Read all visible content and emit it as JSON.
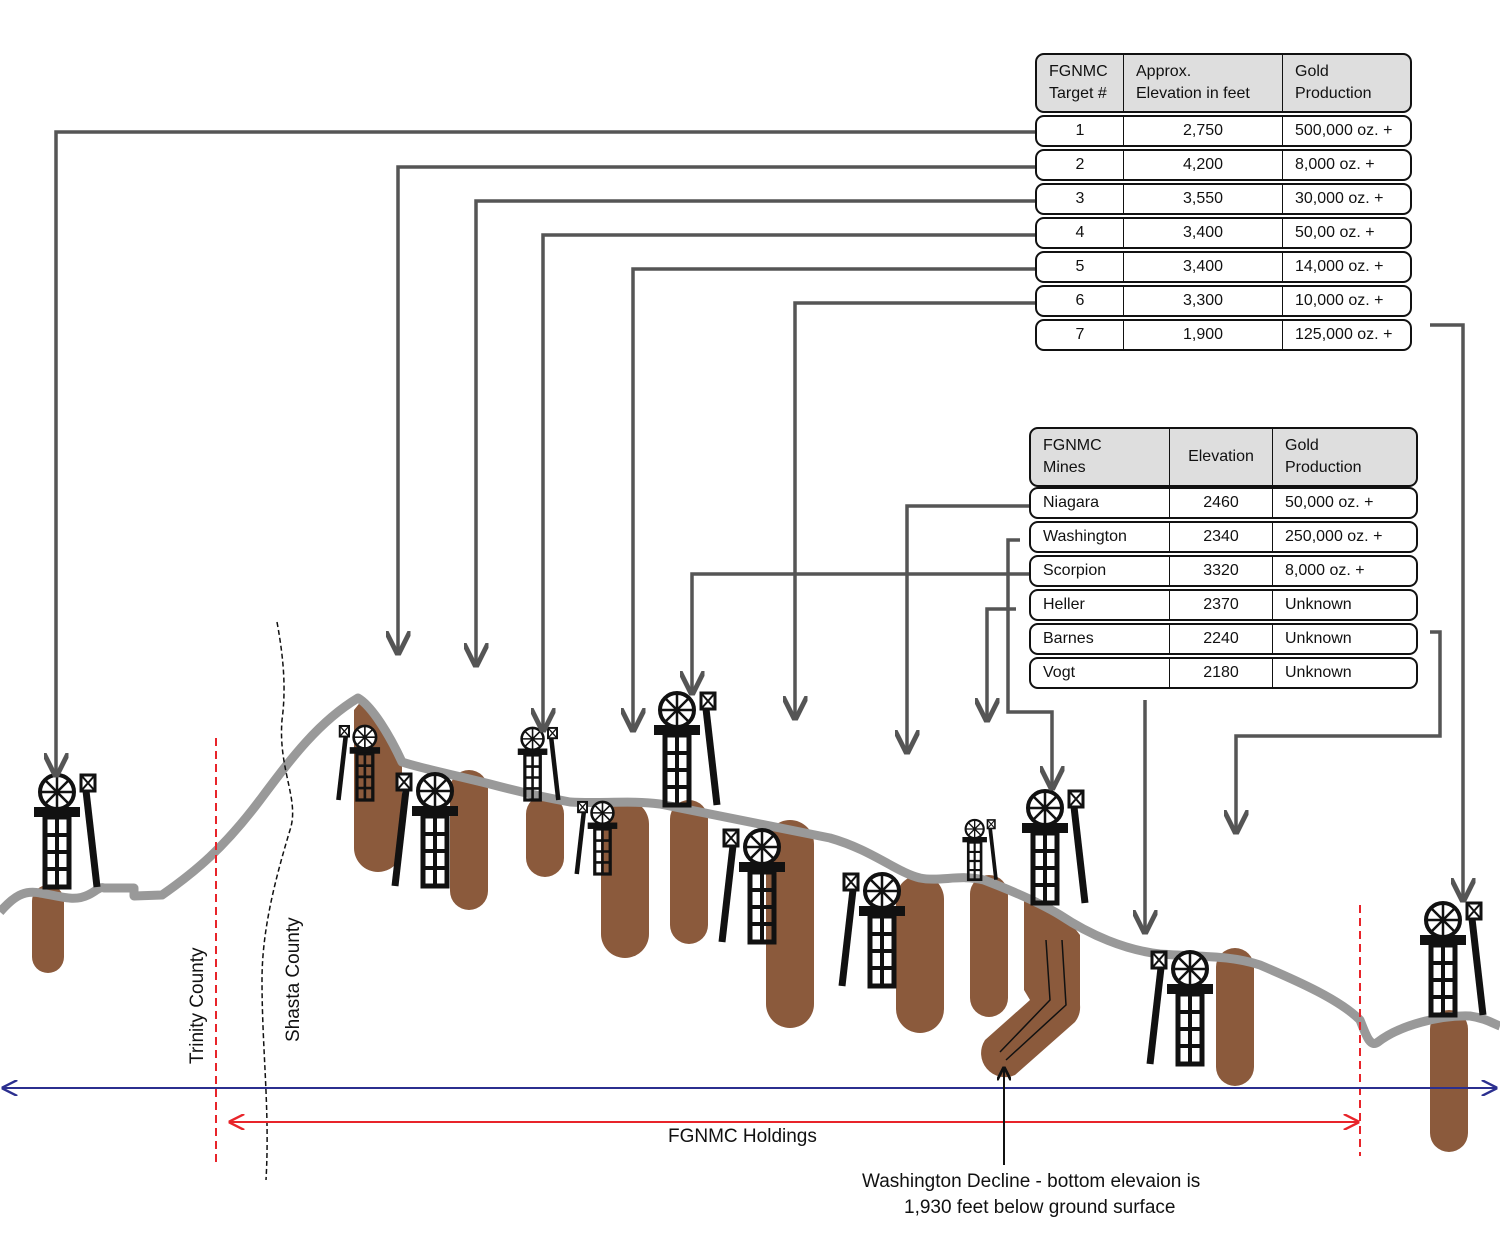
{
  "targets_table": {
    "headers": [
      "FGNMC\nTarget #",
      "Approx.\nElevation in feet",
      "Gold\nProduction"
    ],
    "rows": [
      [
        "1",
        "2,750",
        "500,000 oz. +"
      ],
      [
        "2",
        "4,200",
        "8,000 oz. +"
      ],
      [
        "3",
        "3,550",
        "30,000 oz. +"
      ],
      [
        "4",
        "3,400",
        "50,00 oz. +"
      ],
      [
        "5",
        "3,400",
        "14,000 oz. +"
      ],
      [
        "6",
        "3,300",
        "10,000 oz. +"
      ],
      [
        "7",
        "1,900",
        "125,000 oz. +"
      ]
    ]
  },
  "mines_table": {
    "headers": [
      "FGNMC\nMines",
      "Elevation",
      "Gold\nProduction"
    ],
    "rows": [
      [
        "Niagara",
        "2460",
        "50,000 oz. +"
      ],
      [
        "Washington",
        "2340",
        "250,000 oz. +"
      ],
      [
        "Scorpion",
        "3320",
        "8,000 oz. +"
      ],
      [
        "Heller",
        "2370",
        "Unknown"
      ],
      [
        "Barnes",
        "2240",
        "Unknown"
      ],
      [
        "Vogt",
        "2180",
        "Unknown"
      ]
    ]
  },
  "labels": {
    "trinity": "Trinity County",
    "shasta": "Shasta County",
    "holdings": "FGNMC Holdings",
    "decline_line1": "Washington Decline - bottom elevaion is",
    "decline_line2": "1,930 feet below ground surface"
  },
  "colors": {
    "ground": "#8b5a3c",
    "terrain": "#999999",
    "leader": "#555555",
    "holdings_arrow": "#e8242a",
    "section_arrow": "#2b2f8f",
    "headframe": "#111111"
  },
  "icons": [
    "headframe-icon"
  ]
}
